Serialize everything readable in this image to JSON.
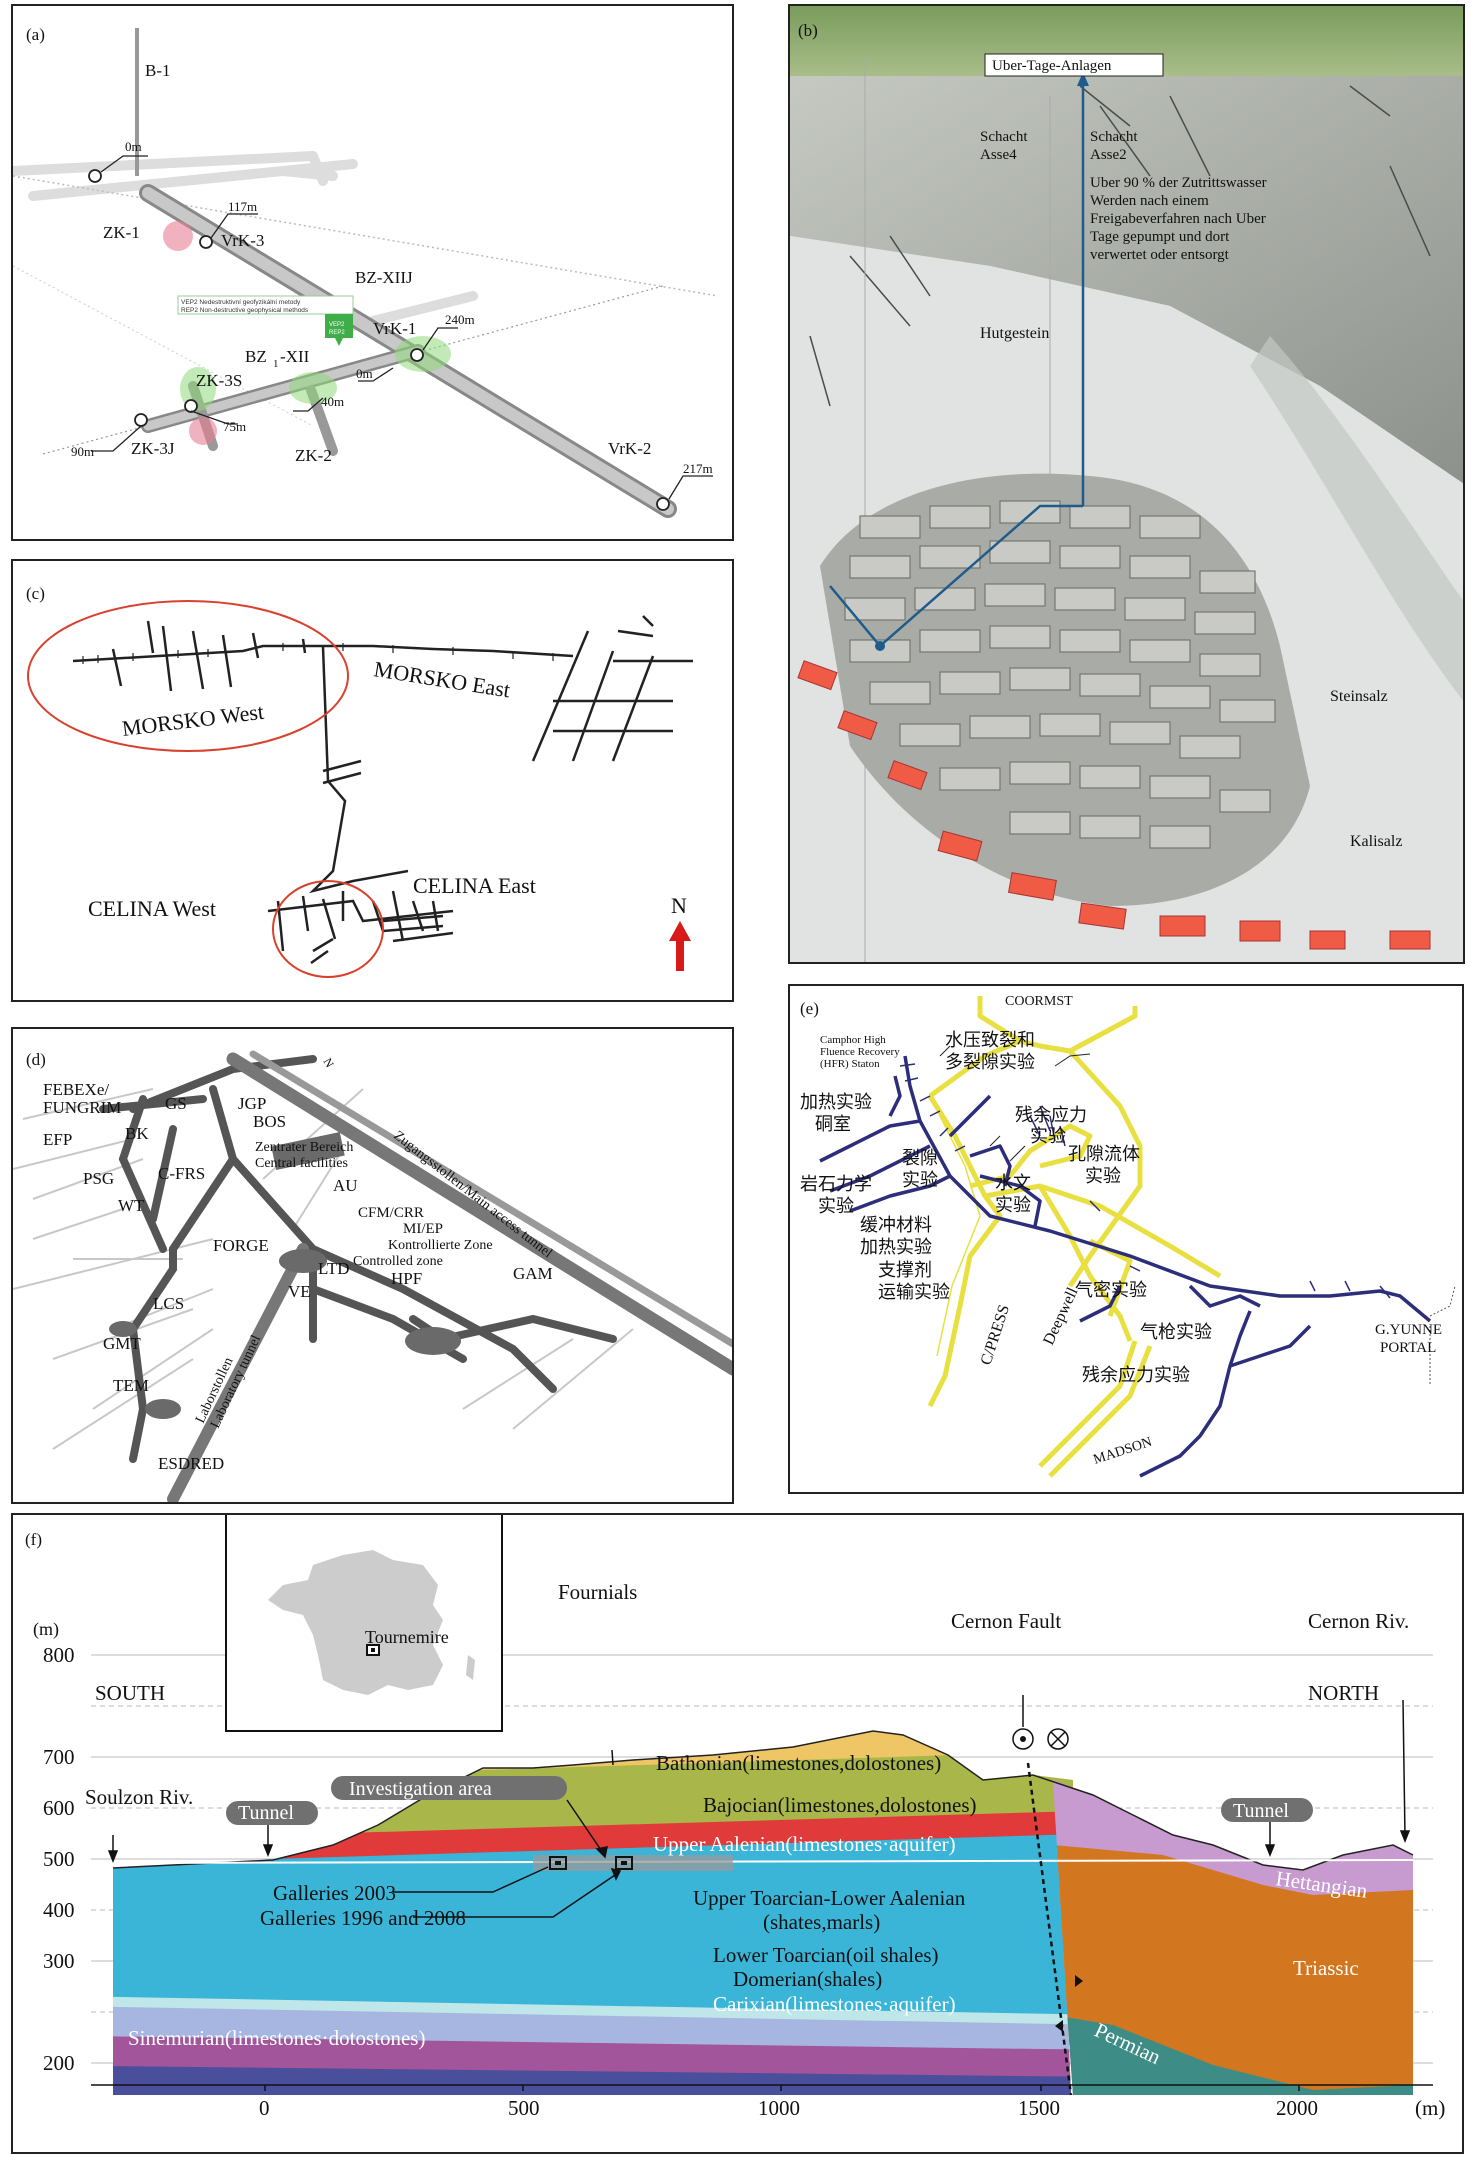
{
  "panel_a": {
    "letter": "(a)",
    "labels": {
      "b1": "B-1",
      "m0": "0m",
      "m117": "117m",
      "zk1": "ZK-1",
      "vrk3": "VrK-3",
      "bzxiij": "BZ-XIIJ",
      "vrk1": "VrK-1",
      "m240": "240m",
      "bz1": "BZ",
      "bz1sub": "1",
      "bz1b": "-XII",
      "zk3s": "ZK-3S",
      "m0b": "0m",
      "m40": "40m",
      "m75": "75m",
      "m90": "90m",
      "zk3j": "ZK-3J",
      "zk2": "ZK-2",
      "vrk2": "VrK-2",
      "m217": "217m"
    },
    "sign": {
      "title": "VEP2 Nedestruktivní geofyzikální metody",
      "subtitle": "REP2 Non-destructive geophysical methods",
      "box_line1": "VEP2",
      "box_line2": "REP2"
    }
  },
  "panel_b": {
    "letter": "(b)",
    "labels": {
      "surface": "Uber-Tage-Anlagen",
      "schacht4": "Schacht Asse4",
      "schacht2": "Schacht Asse2",
      "note": "Uber 90 % der Zutrittswasser Werden nach einem Freigabeverfahren nach Uber Tage gepumpt und dort verwertet oder entsorgt",
      "hutgestein": "Hutgestein",
      "steinsalz": "Steinsalz",
      "kalisalz": "Kalisalz"
    }
  },
  "panel_c": {
    "letter": "(c)",
    "labels": {
      "morsko_west": "MORSKO West",
      "morsko_east": "MORSKO East",
      "celina_west": "CELINA West",
      "celina_east": "CELINA East",
      "north": "N"
    }
  },
  "panel_d": {
    "letter": "(d)",
    "labels": {
      "febex": "FEBEXe/",
      "fungrim": "FUNGRIM",
      "gs": "GS",
      "jgp": "JGP",
      "bos": "BOS",
      "efp": "EFP",
      "bk": "BK",
      "psg": "PSG",
      "cfrs": "C-FRS",
      "wt": "WT",
      "zentral1": "Zentrater Bereich",
      "zentral2": "Central facilities",
      "au": "AU",
      "cfm": "CFM/CRR",
      "miep": "MI/EP",
      "kontr1": "Kontrollierte Zone",
      "kontr2": "Controlled zone",
      "hpf": "HPF",
      "gam": "GAM",
      "forge": "FORGE",
      "ltd": "LTD",
      "ve": "VE",
      "lcs": "LCS",
      "gmt": "GMT",
      "tem": "TEM",
      "esdred": "ESDRED",
      "labstollen": "Laborstollen",
      "labtunnel": "Laboratory tunnel",
      "zugang": "Zugangsstollen/Main access tunnel",
      "north": "N"
    }
  },
  "panel_e": {
    "letter": "(e)",
    "labels": {
      "coormst": "COORMST",
      "hfr1": "Camphor High",
      "hfr2": "Fluence Recovery",
      "hfr3": "(HFR) Staton",
      "hydro1": "水压致裂和",
      "hydro2": "多裂隙实验",
      "heat1": "加热实验",
      "heat2": "硐室",
      "resid1": "残余应力",
      "resid2": "实验",
      "frac1": "裂隙",
      "frac2": "实验",
      "pore1": "孔隙流体",
      "pore2": "实验",
      "rock1": "岩石力学",
      "rock2": "实验",
      "water1": "水文",
      "water2": "实验",
      "buffer1": "缓冲材料",
      "buffer2": "加热实验",
      "prop1": "支撑剂",
      "prop2": "运输实验",
      "cpress": "C/PRESS",
      "deepwell": "Deepwell",
      "gastight": "气密实验",
      "gasgun": "气枪实验",
      "resid3": "残余应力实验",
      "portal1": "G.YUNNE",
      "portal2": "PORTAL",
      "madson": "MADSON"
    }
  },
  "panel_f": {
    "letter": "(f)",
    "inset_label": "Tournemire",
    "y_unit": "(m)",
    "x_unit": "(m)",
    "y_ticks": [
      "800",
      "700",
      "600",
      "500",
      "400",
      "300",
      "200"
    ],
    "x_ticks": [
      "0",
      "500",
      "1000",
      "1500",
      "2000"
    ],
    "labels": {
      "south": "SOUTH",
      "north": "NORTH",
      "fournials": "Fournials",
      "cernon_fault": "Cernon Fault",
      "cernon_riv": "Cernon Riv.",
      "soulzon": "Soulzon Riv.",
      "tunnel": "Tunnel",
      "investigation": "Investigation area",
      "galleries2003": "Galleries 2003",
      "galleries9608": "Galleries 1996 and 2008"
    },
    "layers": {
      "bathonian": "Bathonian(limestones,dolostones)",
      "bajocian": "Bajocian(limestones,dolostones)",
      "aalenian": "Upper Aalenian(limestones·aquifer)",
      "toarcian1": "Upper Toarcian-Lower Aalenian",
      "toarcian2": "(shates,marls)",
      "lowertoarcian": "Lower Toarcian(oil shales)",
      "domerian": "Domerian(shales)",
      "carixian": "Carixian(limestones·aquifer)",
      "sinemurian": "Sinemurian(limestones·dotostones)",
      "hettangian": "Hettangian",
      "triassic": "Triassic",
      "permian": "Permian"
    }
  },
  "colors": {
    "bathonian": "#eec666",
    "bajocian": "#a9b64a",
    "aalenian": "#e03a3a",
    "toarcian": "#3ab5d8",
    "lowertoarcian": "#bfe6e8",
    "domerian": "#a6b6e0",
    "carixian": "#a2559a",
    "sinemurian": "#4a4f9c",
    "hettangian": "#c79ad0",
    "triassic": "#d2761f",
    "permian": "#3d8c86",
    "tunnel_yellow": "#e8e040",
    "tunnel_blue": "#2c2e7a"
  }
}
